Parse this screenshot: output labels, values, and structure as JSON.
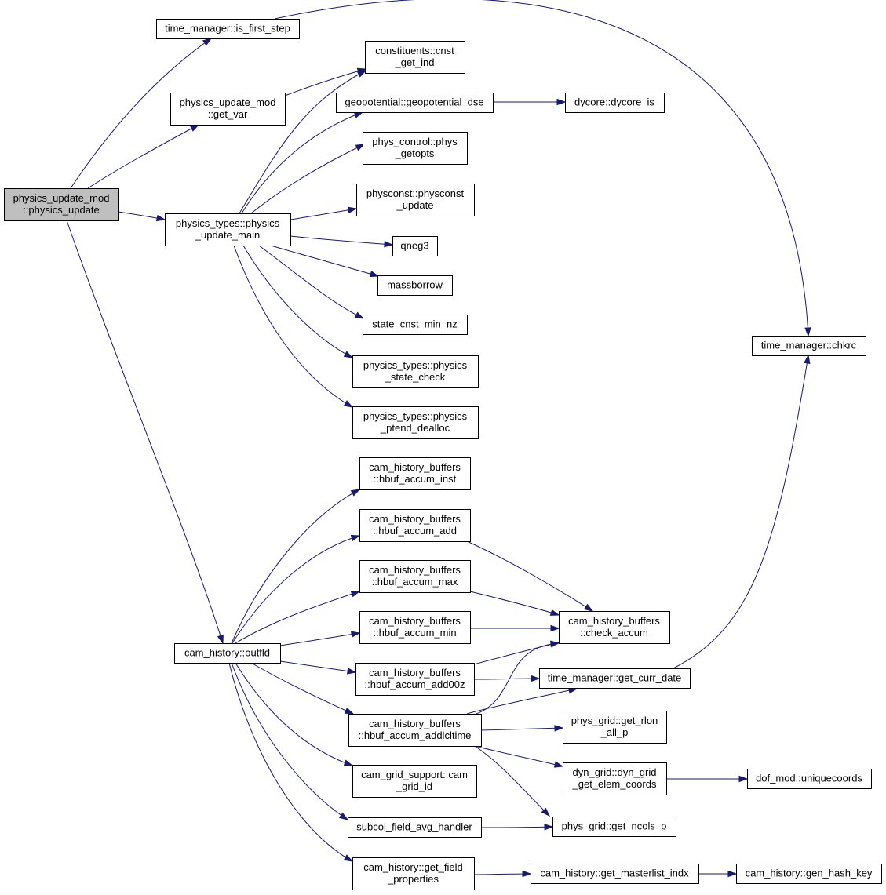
{
  "diagram": {
    "colors": {
      "node_fill": "#ffffff",
      "root_fill": "#bfbfbf",
      "border": "#000000",
      "edge": "#191970"
    },
    "nodes": [
      {
        "id": "n_root",
        "lines": [
          "physics_update_mod",
          "::physics_update"
        ],
        "root": true
      },
      {
        "id": "n_first",
        "lines": [
          "time_manager::is_first_step"
        ]
      },
      {
        "id": "n_getvar",
        "lines": [
          "physics_update_mod",
          "::get_var"
        ]
      },
      {
        "id": "n_update_main",
        "lines": [
          "physics_types::physics",
          "_update_main"
        ]
      },
      {
        "id": "n_outfld",
        "lines": [
          "cam_history::outfld"
        ]
      },
      {
        "id": "n_cnst",
        "lines": [
          "constituents::cnst",
          "_get_ind"
        ]
      },
      {
        "id": "n_geodse",
        "lines": [
          "geopotential::geopotential_dse"
        ]
      },
      {
        "id": "n_dycore",
        "lines": [
          "dycore::dycore_is"
        ]
      },
      {
        "id": "n_physctl",
        "lines": [
          "phys_control::phys",
          "_getopts"
        ]
      },
      {
        "id": "n_physconst",
        "lines": [
          "physconst::physconst",
          "_update"
        ]
      },
      {
        "id": "n_qneg3",
        "lines": [
          "qneg3"
        ]
      },
      {
        "id": "n_massb",
        "lines": [
          "massborrow"
        ]
      },
      {
        "id": "n_statecnst",
        "lines": [
          "state_cnst_min_nz"
        ]
      },
      {
        "id": "n_statecheck",
        "lines": [
          "physics_types::physics",
          "_state_check"
        ]
      },
      {
        "id": "n_ptend",
        "lines": [
          "physics_types::physics",
          "_ptend_dealloc"
        ]
      },
      {
        "id": "n_chkrc",
        "lines": [
          "time_manager::chkrc"
        ]
      },
      {
        "id": "n_inst",
        "lines": [
          "cam_history_buffers",
          "::hbuf_accum_inst"
        ]
      },
      {
        "id": "n_add",
        "lines": [
          "cam_history_buffers",
          "::hbuf_accum_add"
        ]
      },
      {
        "id": "n_max",
        "lines": [
          "cam_history_buffers",
          "::hbuf_accum_max"
        ]
      },
      {
        "id": "n_min",
        "lines": [
          "cam_history_buffers",
          "::hbuf_accum_min"
        ]
      },
      {
        "id": "n_add00z",
        "lines": [
          "cam_history_buffers",
          "::hbuf_accum_add00z"
        ]
      },
      {
        "id": "n_addlcl",
        "lines": [
          "cam_history_buffers",
          "::hbuf_accum_addlcltime"
        ]
      },
      {
        "id": "n_camgrid",
        "lines": [
          "cam_grid_support::cam",
          "_grid_id"
        ]
      },
      {
        "id": "n_subcol",
        "lines": [
          "subcol_field_avg_handler"
        ]
      },
      {
        "id": "n_getfield",
        "lines": [
          "cam_history::get_field",
          "_properties"
        ]
      },
      {
        "id": "n_checkacc",
        "lines": [
          "cam_history_buffers",
          "::check_accum"
        ]
      },
      {
        "id": "n_currdate",
        "lines": [
          "time_manager::get_curr_date"
        ]
      },
      {
        "id": "n_rlon",
        "lines": [
          "phys_grid::get_rlon",
          "_all_p"
        ]
      },
      {
        "id": "n_dyngrid",
        "lines": [
          "dyn_grid::dyn_grid",
          "_get_elem_coords"
        ]
      },
      {
        "id": "n_ncols",
        "lines": [
          "phys_grid::get_ncols_p"
        ]
      },
      {
        "id": "n_masterlist",
        "lines": [
          "cam_history::get_masterlist_indx"
        ]
      },
      {
        "id": "n_dof",
        "lines": [
          "dof_mod::uniquecoords"
        ]
      },
      {
        "id": "n_hash",
        "lines": [
          "cam_history::gen_hash_key"
        ]
      }
    ],
    "edges": [
      {
        "from": "n_root",
        "to": "n_first"
      },
      {
        "from": "n_root",
        "to": "n_getvar"
      },
      {
        "from": "n_root",
        "to": "n_update_main"
      },
      {
        "from": "n_root",
        "to": "n_outfld"
      },
      {
        "from": "n_first",
        "to": "n_chkrc"
      },
      {
        "from": "n_getvar",
        "to": "n_cnst"
      },
      {
        "from": "n_update_main",
        "to": "n_cnst"
      },
      {
        "from": "n_update_main",
        "to": "n_geodse"
      },
      {
        "from": "n_update_main",
        "to": "n_physctl"
      },
      {
        "from": "n_update_main",
        "to": "n_physconst"
      },
      {
        "from": "n_update_main",
        "to": "n_qneg3"
      },
      {
        "from": "n_update_main",
        "to": "n_massb"
      },
      {
        "from": "n_update_main",
        "to": "n_statecnst"
      },
      {
        "from": "n_update_main",
        "to": "n_statecheck"
      },
      {
        "from": "n_update_main",
        "to": "n_ptend"
      },
      {
        "from": "n_geodse",
        "to": "n_dycore"
      },
      {
        "from": "n_outfld",
        "to": "n_inst"
      },
      {
        "from": "n_outfld",
        "to": "n_add"
      },
      {
        "from": "n_outfld",
        "to": "n_max"
      },
      {
        "from": "n_outfld",
        "to": "n_min"
      },
      {
        "from": "n_outfld",
        "to": "n_add00z"
      },
      {
        "from": "n_outfld",
        "to": "n_addlcl"
      },
      {
        "from": "n_outfld",
        "to": "n_camgrid"
      },
      {
        "from": "n_outfld",
        "to": "n_subcol"
      },
      {
        "from": "n_outfld",
        "to": "n_getfield"
      },
      {
        "from": "n_add",
        "to": "n_checkacc"
      },
      {
        "from": "n_max",
        "to": "n_checkacc"
      },
      {
        "from": "n_min",
        "to": "n_checkacc"
      },
      {
        "from": "n_add00z",
        "to": "n_checkacc"
      },
      {
        "from": "n_add00z",
        "to": "n_currdate"
      },
      {
        "from": "n_addlcl",
        "to": "n_checkacc"
      },
      {
        "from": "n_addlcl",
        "to": "n_currdate"
      },
      {
        "from": "n_addlcl",
        "to": "n_rlon"
      },
      {
        "from": "n_addlcl",
        "to": "n_dyngrid"
      },
      {
        "from": "n_addlcl",
        "to": "n_ncols"
      },
      {
        "from": "n_subcol",
        "to": "n_ncols"
      },
      {
        "from": "n_getfield",
        "to": "n_masterlist"
      },
      {
        "from": "n_masterlist",
        "to": "n_hash"
      },
      {
        "from": "n_dyngrid",
        "to": "n_dof"
      },
      {
        "from": "n_currdate",
        "to": "n_chkrc"
      }
    ]
  }
}
